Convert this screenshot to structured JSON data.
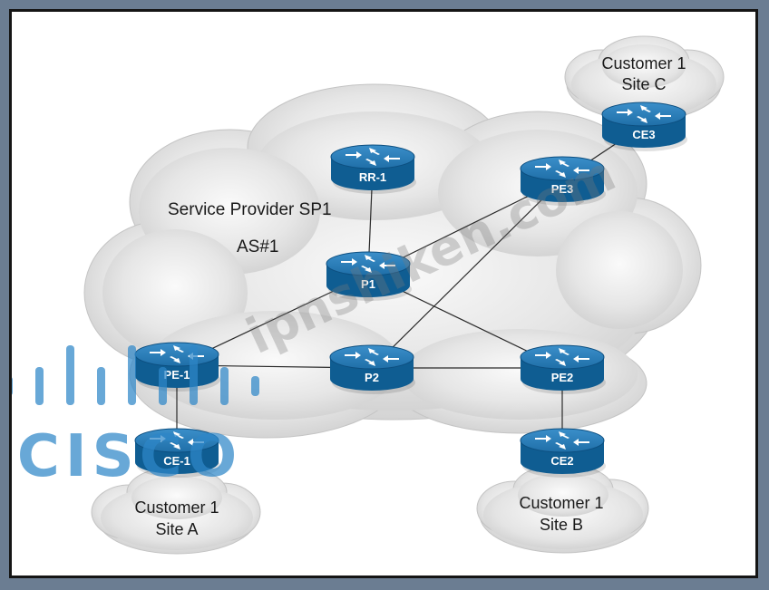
{
  "diagram": {
    "provider_label": "Service Provider SP1",
    "as_label": "AS#1",
    "sites": {
      "a": {
        "line1": "Customer 1",
        "line2": "Site A"
      },
      "b": {
        "line1": "Customer 1",
        "line2": "Site B"
      },
      "c": {
        "line1": "Customer 1",
        "line2": "Site C"
      }
    },
    "routers": [
      {
        "id": "RR-1",
        "label": "RR-1"
      },
      {
        "id": "P1",
        "label": "P1"
      },
      {
        "id": "P2",
        "label": "P2"
      },
      {
        "id": "PE1",
        "label": "PE-1"
      },
      {
        "id": "PE2",
        "label": "PE2"
      },
      {
        "id": "PE3",
        "label": "PE3"
      },
      {
        "id": "CE1",
        "label": "CE-1"
      },
      {
        "id": "CE2",
        "label": "CE2"
      },
      {
        "id": "CE3",
        "label": "CE3"
      }
    ],
    "links": [
      [
        "RR-1",
        "P1"
      ],
      [
        "P1",
        "PE3"
      ],
      [
        "P1",
        "PE1"
      ],
      [
        "P1",
        "PE2"
      ],
      [
        "P2",
        "PE3"
      ],
      [
        "P2",
        "PE1"
      ],
      [
        "P2",
        "PE2"
      ],
      [
        "PE1",
        "CE1"
      ],
      [
        "PE2",
        "CE2"
      ],
      [
        "PE3",
        "CE3"
      ]
    ]
  },
  "watermark": {
    "text": "ipnshiken.com",
    "logo": "CISCO"
  },
  "colors": {
    "router_top": "#2c7eb8",
    "router_side": "#0f5d92",
    "cloud": "#dcdcdc",
    "watermark": "#2e86c8"
  }
}
